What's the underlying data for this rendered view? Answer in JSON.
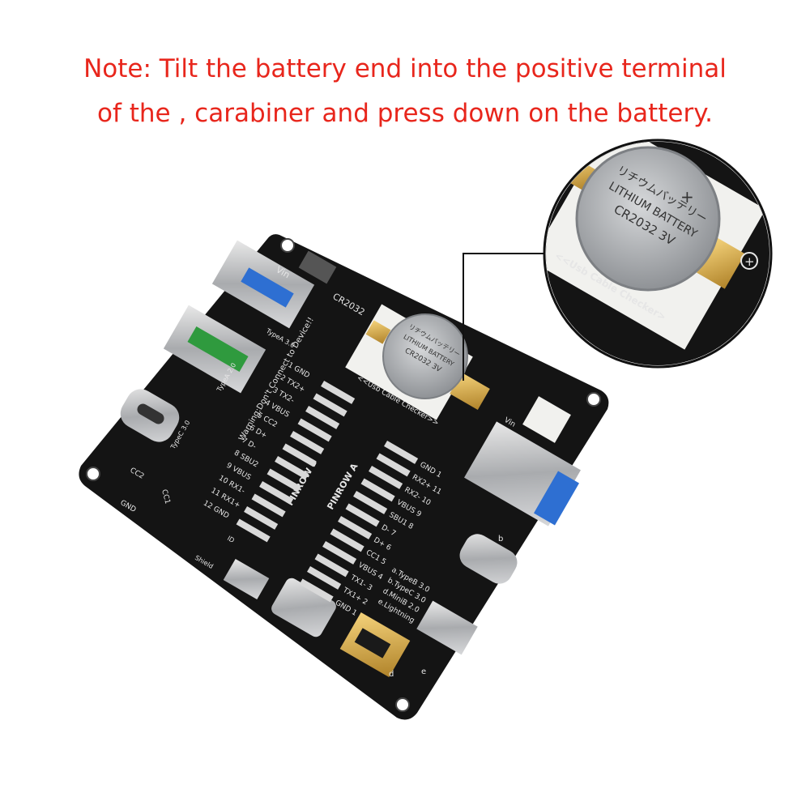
{
  "note": {
    "line1": "Note: Tilt the battery end into the positive terminal",
    "line2": "of the , carabiner and press down on the battery.",
    "color": "#e8261c"
  },
  "board": {
    "color": "#111111",
    "silkscreen_color": "#e6e6e6",
    "labels": {
      "vin": "Vin",
      "cr2032": "CR2032",
      "typea30": "TypeA 3.0",
      "typea20": "TypeA 2.0",
      "typec30": "TypeC 3.0",
      "warning": "Warning:Don't Connect to Device!!",
      "usb_cable_checker": "<<Usb Cable Checker>>",
      "pinrow_a": "PINROW A",
      "pinrow_b": "PINROW B",
      "cc2": "CC2",
      "cc1": "CC1",
      "gnd_small": "GND",
      "id": "ID",
      "shield": "Shield",
      "vin_right": "Vin",
      "port_legend_1": "a.TypeB 3.0",
      "port_legend_2": "b.TypeC 3.0",
      "port_legend_3": "d.MiniB 2.0",
      "port_legend_4": "e.Lightning",
      "marker_d": "d",
      "marker_e": "e",
      "marker_b": "b"
    },
    "pins_left": [
      "1 GND",
      "2 TX2+",
      "3 TX2-",
      "4 VBUS",
      "5 CC2",
      "6 D+",
      "7 D-",
      "8 SBU2",
      "9 VBUS",
      "10 RX1-",
      "11 RX1+",
      "12 GND"
    ],
    "pins_right": [
      "GND 1",
      "RX2+ 11",
      "RX2- 10",
      "VBUS 9",
      "SBU1 8",
      "D- 7",
      "D+ 6",
      "CC1 5",
      "VBUS 4",
      "TX1- 3",
      "TX1+ 2",
      "GND 1"
    ]
  },
  "battery": {
    "jp_text": "リチウムバッテリー",
    "line1": "LITHIUM BATTERY",
    "line2": "CR2032  3V",
    "plus": "+",
    "color": "#b9bcc0"
  },
  "zoom": {
    "label": "<<Usb Cable Checker>",
    "plus": "+"
  }
}
